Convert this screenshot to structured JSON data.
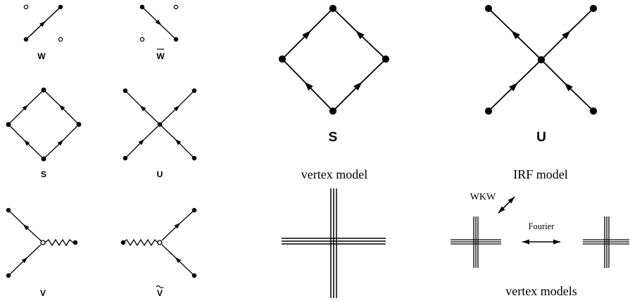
{
  "small_diagrams": {
    "w": {
      "label": "W"
    },
    "w_bar": {
      "label": "W"
    },
    "s": {
      "label": "S"
    },
    "u": {
      "label": "U"
    },
    "v": {
      "label": "V"
    },
    "v_tilde": {
      "label": "V"
    }
  },
  "large_diagrams": {
    "s": {
      "label": "S"
    },
    "u": {
      "label": "U"
    }
  },
  "models": {
    "vertex_model": "vertex model",
    "irf_model": "IRF model",
    "wkw": "WKW",
    "fourier": "Fourier",
    "vertex_models": "vertex models"
  }
}
